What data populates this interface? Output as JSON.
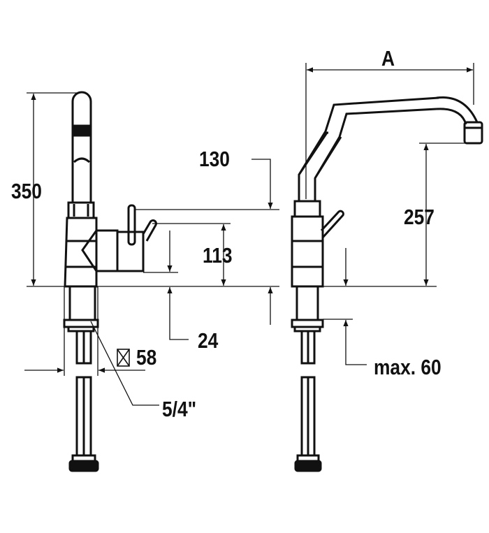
{
  "dimensions": {
    "height_total": "350",
    "lever_height": "130",
    "handle_height": "113",
    "base_offset": "24",
    "square": "58",
    "thread": "5/4\"",
    "reach": "A",
    "spout_height": "257",
    "max_thickness": "max. 60"
  },
  "icons": {
    "square_symbol": "square-cross-icon"
  }
}
